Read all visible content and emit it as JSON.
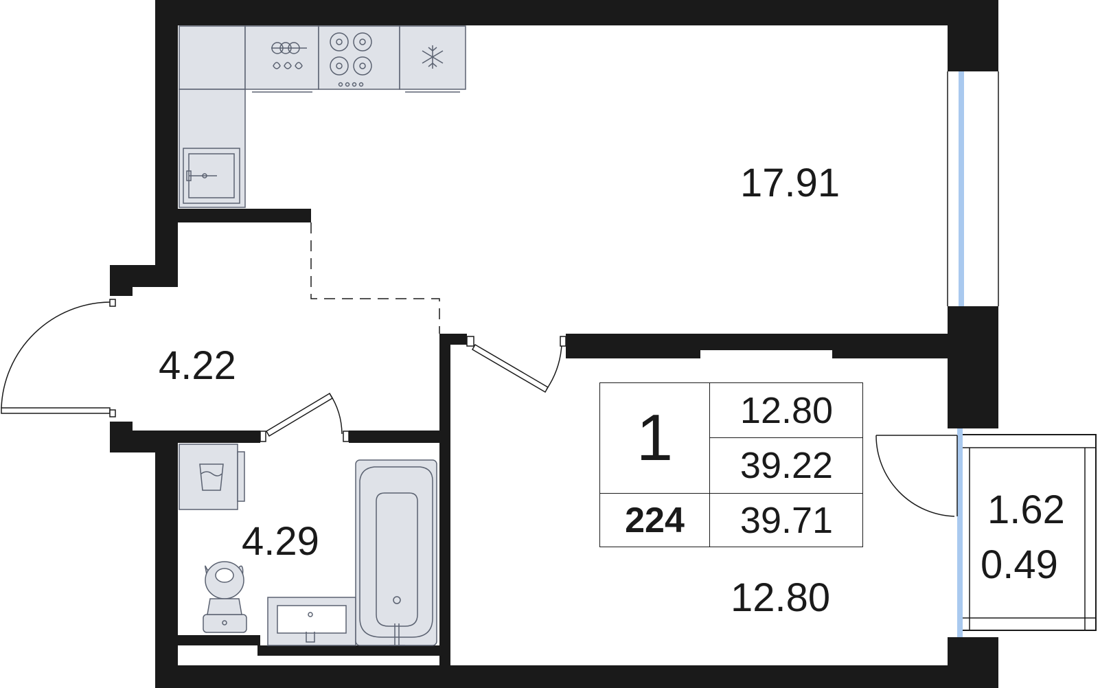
{
  "rooms": {
    "living_area": "17.91",
    "hallway_area": "4.22",
    "bathroom_area": "4.29",
    "bedroom_area": "12.80",
    "balcony_area": "1.62",
    "balcony_reduced_area": "0.49"
  },
  "summary": {
    "room_count": "1",
    "apartment_number": "224",
    "living_area": "12.80",
    "total_area": "39.22",
    "total_area_with_balcony": "39.71"
  },
  "colors": {
    "wall": "#1a1a1a",
    "fixture_fill": "#dfe2e8",
    "fixture_stroke": "#5a6170",
    "window_glass": "#a9c9ef"
  },
  "icons": [
    "stove-icon",
    "fridge-icon",
    "sink-icon",
    "washing-machine-icon",
    "toilet-icon",
    "bathtub-icon",
    "door-swing-icon"
  ]
}
